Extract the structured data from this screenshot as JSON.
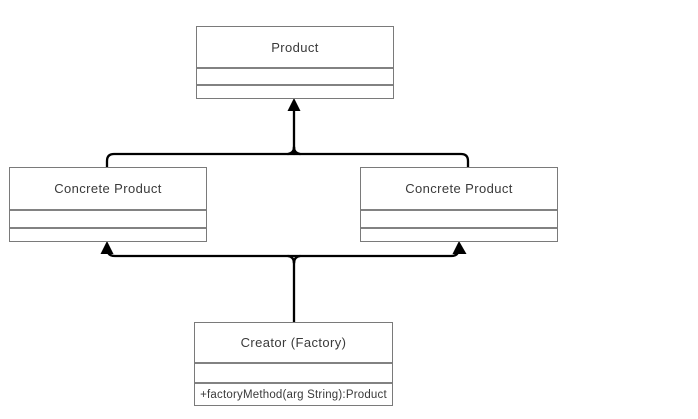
{
  "diagram": {
    "type": "uml-class-diagram",
    "classes": {
      "product": {
        "name": "Product",
        "attributes": "",
        "methods": ""
      },
      "concrete_product_left": {
        "name": "Concrete Product",
        "attributes": "",
        "methods": ""
      },
      "concrete_product_right": {
        "name": "Concrete Product",
        "attributes": "",
        "methods": ""
      },
      "creator": {
        "name": "Creator (Factory)",
        "attributes": "",
        "methods": "+factoryMethod(arg String):Product"
      }
    },
    "relationships": [
      {
        "from": "Concrete Product (left)",
        "to": "Product",
        "arrow": "filled-triangle-up"
      },
      {
        "from": "Concrete Product (right)",
        "to": "Product",
        "arrow": "filled-triangle-up"
      },
      {
        "from": "Creator (Factory)",
        "to": "Concrete Product (left)",
        "arrow": "filled-triangle-up"
      },
      {
        "from": "Creator (Factory)",
        "to": "Concrete Product (right)",
        "arrow": "filled-triangle-up"
      }
    ],
    "colors": {
      "canvas_background": "#ffffff",
      "box_fill": "#ffffff",
      "box_border": "#7a7a7a",
      "separator": "#828282",
      "connector": "#000000",
      "text": "#3a3a3a"
    }
  }
}
